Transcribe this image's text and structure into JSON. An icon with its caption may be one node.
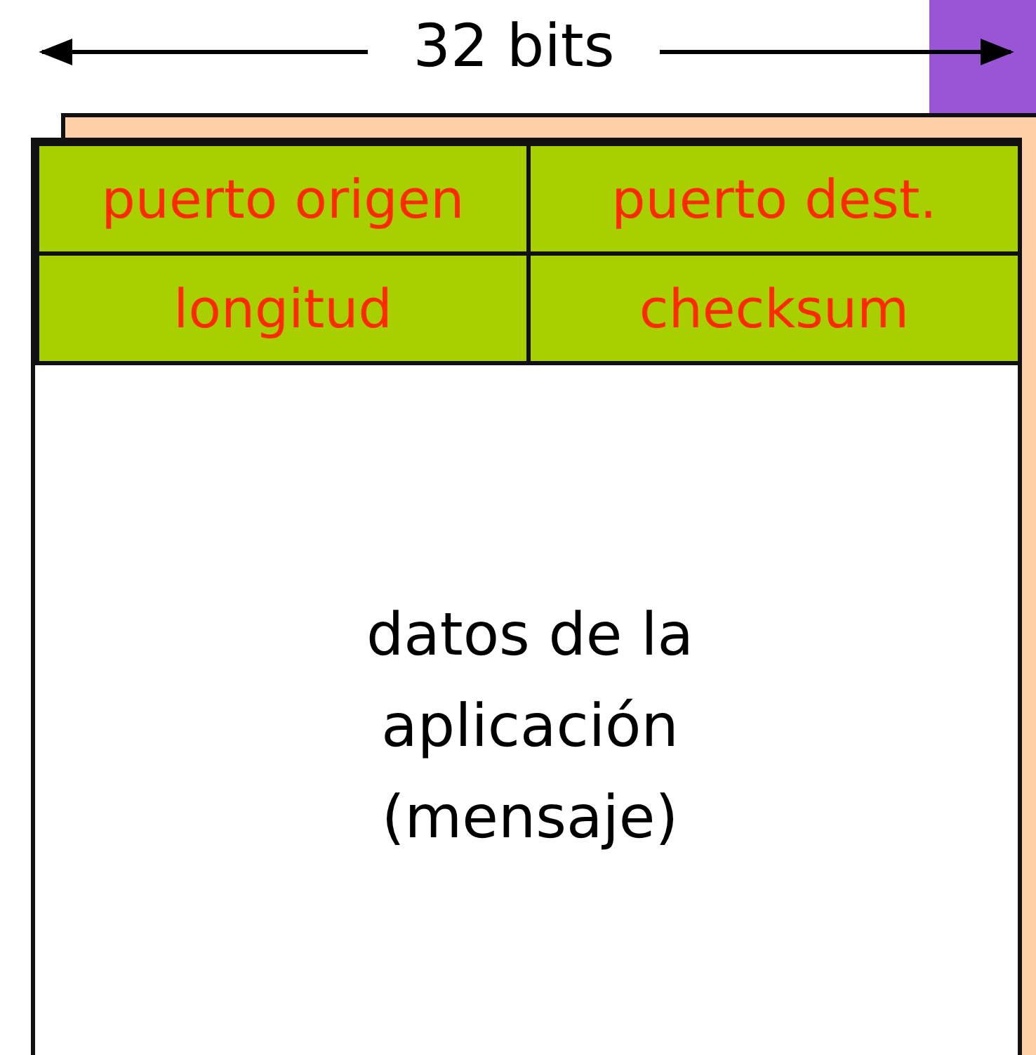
{
  "diagram": {
    "nodes": [
      {
        "text": [
          "datos de la aplicación (mensaje)"
        ]
      },
      {
        "text": [
          "puerto origen"
        ],
        "in": 0
      },
      {
        "text": [
          "puerto dest."
        ],
        "in": 0
      },
      {
        "text": [
          "longitud"
        ],
        "in": 0
      },
      {
        "text": [
          "checksum"
        ],
        "in": 0
      }
    ],
    "labels": [
      "32 bits"
    ]
  }
}
